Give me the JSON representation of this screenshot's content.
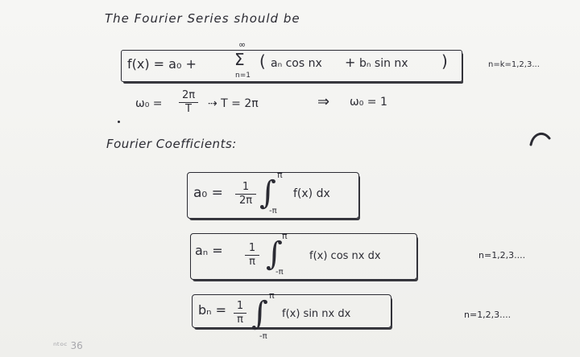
{
  "heading": "The Fourier Series should be",
  "series_eq": {
    "lhs": "f(x) = a₀ +",
    "sum_top": "∞",
    "sum_sym": "Σ",
    "sum_bottom": "n=1",
    "body_open": "(",
    "term_a": "aₙ cos nx",
    "plus": "+",
    "term_b": "bₙ sin nx",
    "body_close": ")",
    "range": "n=k=1,2,3..."
  },
  "omega_eq": {
    "left": "ω₀ =",
    "frac_num": "2π",
    "frac_den": "T",
    "middle": "⇢ T = 2π",
    "arrow": "⇒",
    "result": "ω₀ = 1"
  },
  "coeff_heading": "Fourier Coefficients:",
  "a0": {
    "lhs": "a₀ =",
    "frac_num": "1",
    "frac_den": "2π",
    "upper": "π",
    "lower": "-π",
    "integrand": "f(x) dx"
  },
  "an": {
    "lhs": "aₙ =",
    "frac_num": "1",
    "frac_den": "π",
    "upper": "π",
    "lower": "-π",
    "integrand": "f(x) cos nx dx",
    "range": "n=1,2,3...."
  },
  "bn": {
    "lhs": "bₙ =",
    "frac_num": "1",
    "frac_den": "π",
    "upper": "π",
    "lower": "-π",
    "integrand": "f(x) sin nx dx",
    "range": "n=1,2,3...."
  },
  "footer_mark": "ⁿᵗᵒᶜ 36",
  "colors": {
    "ink": "#2b2b33",
    "paper": "#f3f3f1"
  }
}
